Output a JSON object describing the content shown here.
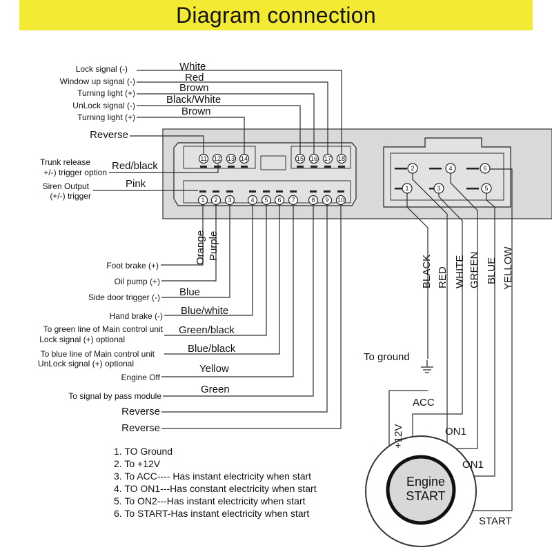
{
  "title": "Diagram connection",
  "signals_top": [
    "Lock signal (-)",
    "Window up signal (-)",
    "Turning light (+)",
    "UnLock signal (-)",
    "Turning light (+)"
  ],
  "colors_top": [
    "White",
    "Red",
    "Brown",
    "Black/White",
    "Brown"
  ],
  "reverse_top": "Reverse",
  "trunk_line1": "Trunk release",
  "trunk_line2": "+/-) trigger option",
  "trunk_color": "Red/black",
  "siren_line1": "Siren Output",
  "siren_line2": "(+/-) trigger",
  "siren_color": "Pink",
  "pins_top": [
    "11",
    "12",
    "13",
    "14",
    "15",
    "16",
    "17",
    "18"
  ],
  "pins_bottom": [
    "1",
    "2",
    "3",
    "4",
    "5",
    "6",
    "7",
    "8",
    "9",
    "10"
  ],
  "small_pins": [
    "2",
    "4",
    "6",
    "1",
    "3",
    "5"
  ],
  "orange": "Orange",
  "purple": "Purple",
  "signals_bottom": [
    "Foot brake (+)",
    "Oil pump (+)",
    "Side door trigger (-)",
    "Hand brake (-)",
    "To green line of Main control unit",
    "Lock signal (+) optional",
    "To blue line of Main control unit",
    "UnLock signal (+) optional",
    "Engine Off",
    "To signal by pass module",
    "Reverse",
    "Reverse"
  ],
  "colors_bottom": [
    "Blue",
    "Blue/white",
    "Green/black",
    "Blue/black",
    "Yellow",
    "Green"
  ],
  "wire_colors": [
    "BLACK",
    "RED",
    "WHITE",
    "GREEN",
    "BLUE",
    "YELLOW"
  ],
  "to_ground": "To ground",
  "switch_labels": {
    "acc": "ACC",
    "plus12": "+12V",
    "on1a": "ON1",
    "on1b": "ON1",
    "start": "START",
    "engine": "Engine",
    "start_btn": "START"
  },
  "notes": [
    "1. TO Ground",
    "2. To +12V",
    "3. To ACC---- Has instant electricity when start",
    "4. TO ON1---Has constant electricity when start",
    "5. To ON2---Has instant electricity when start",
    "6. To START-Has instant electricity when start"
  ],
  "colors": {
    "banner": "#f2ea33",
    "module": "#d9d9d9"
  }
}
